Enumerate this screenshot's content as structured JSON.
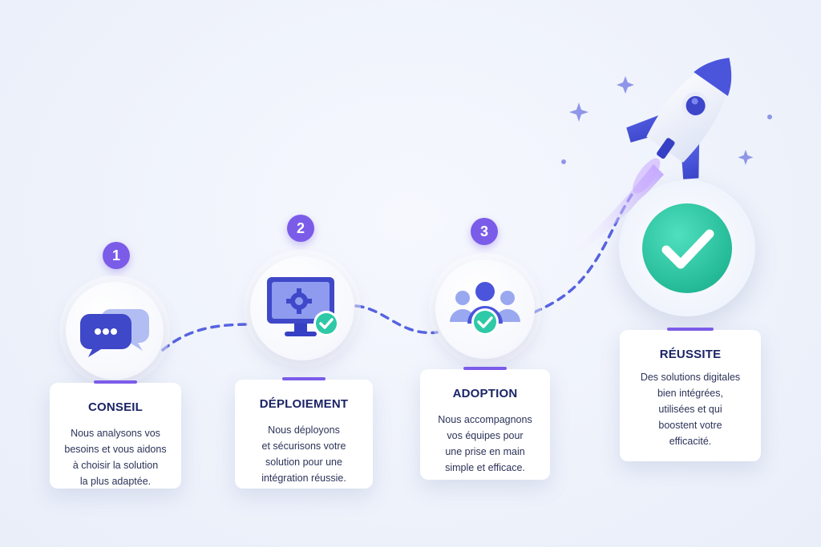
{
  "steps": [
    {
      "number": "1",
      "title": "CONSEIL",
      "text": "Nous analysons vos\nbesoins et vous aidons\nà choisir la solution\nla plus adaptée.",
      "icon": "chat-bubbles-icon"
    },
    {
      "number": "2",
      "title": "DÉPLOIEMENT",
      "text": "Nous déployons\net sécurisons votre\nsolution pour une\nintégration réussie.",
      "icon": "monitor-gear-check-icon"
    },
    {
      "number": "3",
      "title": "ADOPTION",
      "text": "Nous accompagnons\nvos équipes pour\nune prise en main\nsimple et efficace.",
      "icon": "team-check-icon"
    }
  ],
  "success": {
    "title": "RÉUSSITE",
    "text": "Des solutions digitales\nbien intégrées,\nutilisées et qui\nboostent votre\nefficacité.",
    "icon": "checkmark-icon"
  },
  "decor": {
    "rocket_icon": "rocket-icon",
    "sparkle_icon": "sparkle-icon"
  },
  "colors": {
    "accent": "#7b5ce8",
    "navy": "#1b2466",
    "blue": "#4a57d9",
    "success": "#2ec9a6",
    "path": "#5663e0"
  }
}
